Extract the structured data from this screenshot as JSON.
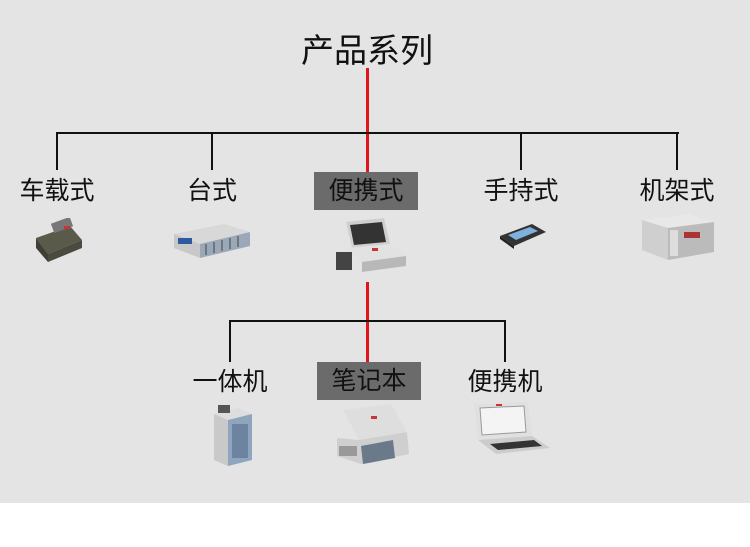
{
  "title": "产品系列",
  "level1": [
    {
      "label": "车载式",
      "icon": "vehicle-device"
    },
    {
      "label": "台式",
      "icon": "desktop-chassis"
    },
    {
      "label": "便携式",
      "icon": "portable-computer",
      "highlighted": true
    },
    {
      "label": "手持式",
      "icon": "handheld-device"
    },
    {
      "label": "机架式",
      "icon": "rackmount-device"
    }
  ],
  "level2": [
    {
      "label": "一体机",
      "icon": "all-in-one"
    },
    {
      "label": "笔记本",
      "icon": "notebook",
      "highlighted": true
    },
    {
      "label": "便携机",
      "icon": "portable-machine"
    }
  ],
  "colors": {
    "highlight": "#6b6b6b",
    "connector": "#e0141c",
    "line": "#111111"
  }
}
